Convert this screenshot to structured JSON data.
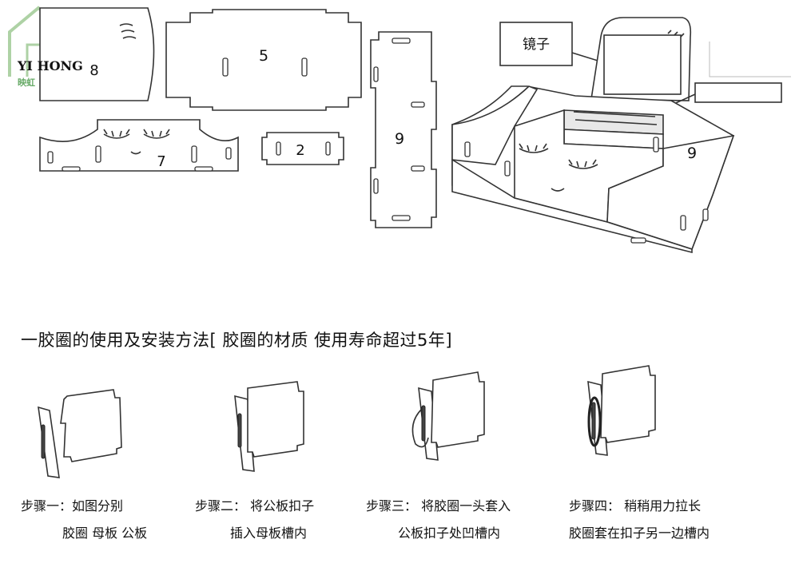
{
  "watermark": {
    "brand": "YI HONG",
    "sub": "映虹"
  },
  "parts": [
    {
      "label": "8"
    },
    {
      "label": "5"
    },
    {
      "label": "9"
    },
    {
      "label": "7"
    },
    {
      "label": "2"
    }
  ],
  "assembled": {
    "mirror_callout": "镜子",
    "side_label": "9"
  },
  "instructions": {
    "heading": "一胶圈的使用及安装方法[ 胶圈的材质 使用寿命超过5年]",
    "steps": [
      {
        "line1": "步骤一：如图分别",
        "line2": "胶圈  母板  公板"
      },
      {
        "line1": "步骤二：  将公板扣子",
        "line2": "插入母板槽内"
      },
      {
        "line1": "步骤三：  将胶圈一头套入",
        "line2": "公板扣子处凹槽内"
      },
      {
        "line1": "步骤四：  稍稍用力拉长",
        "line2": "胶圈套在扣子另一边槽内"
      }
    ]
  }
}
